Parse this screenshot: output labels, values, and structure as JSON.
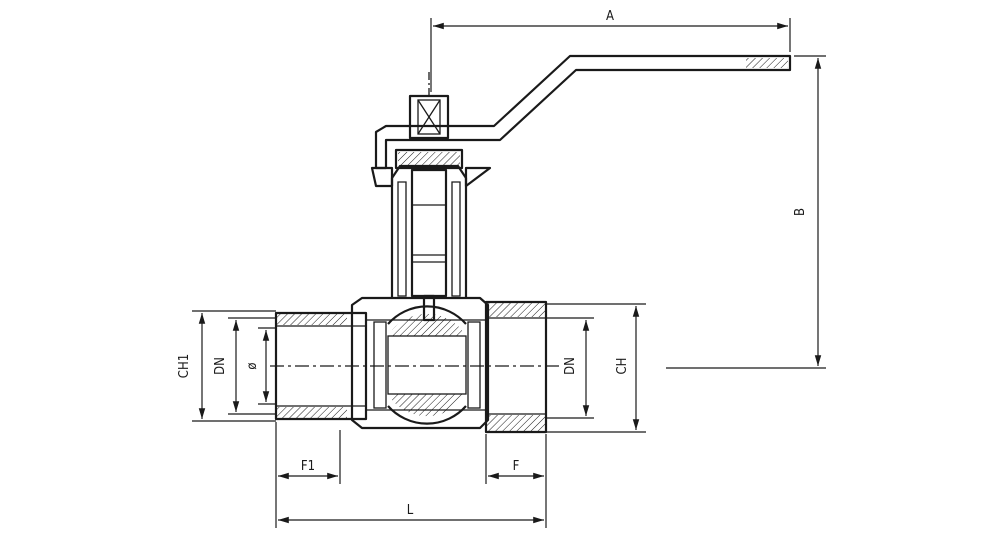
{
  "title": "",
  "labels": {
    "A": "A",
    "B": "B",
    "CH1": "CH1",
    "DN_left": "DN",
    "phi": "ø",
    "DN_right": "DN",
    "CH": "CH",
    "F1": "F1",
    "F": "F",
    "L": "L"
  }
}
